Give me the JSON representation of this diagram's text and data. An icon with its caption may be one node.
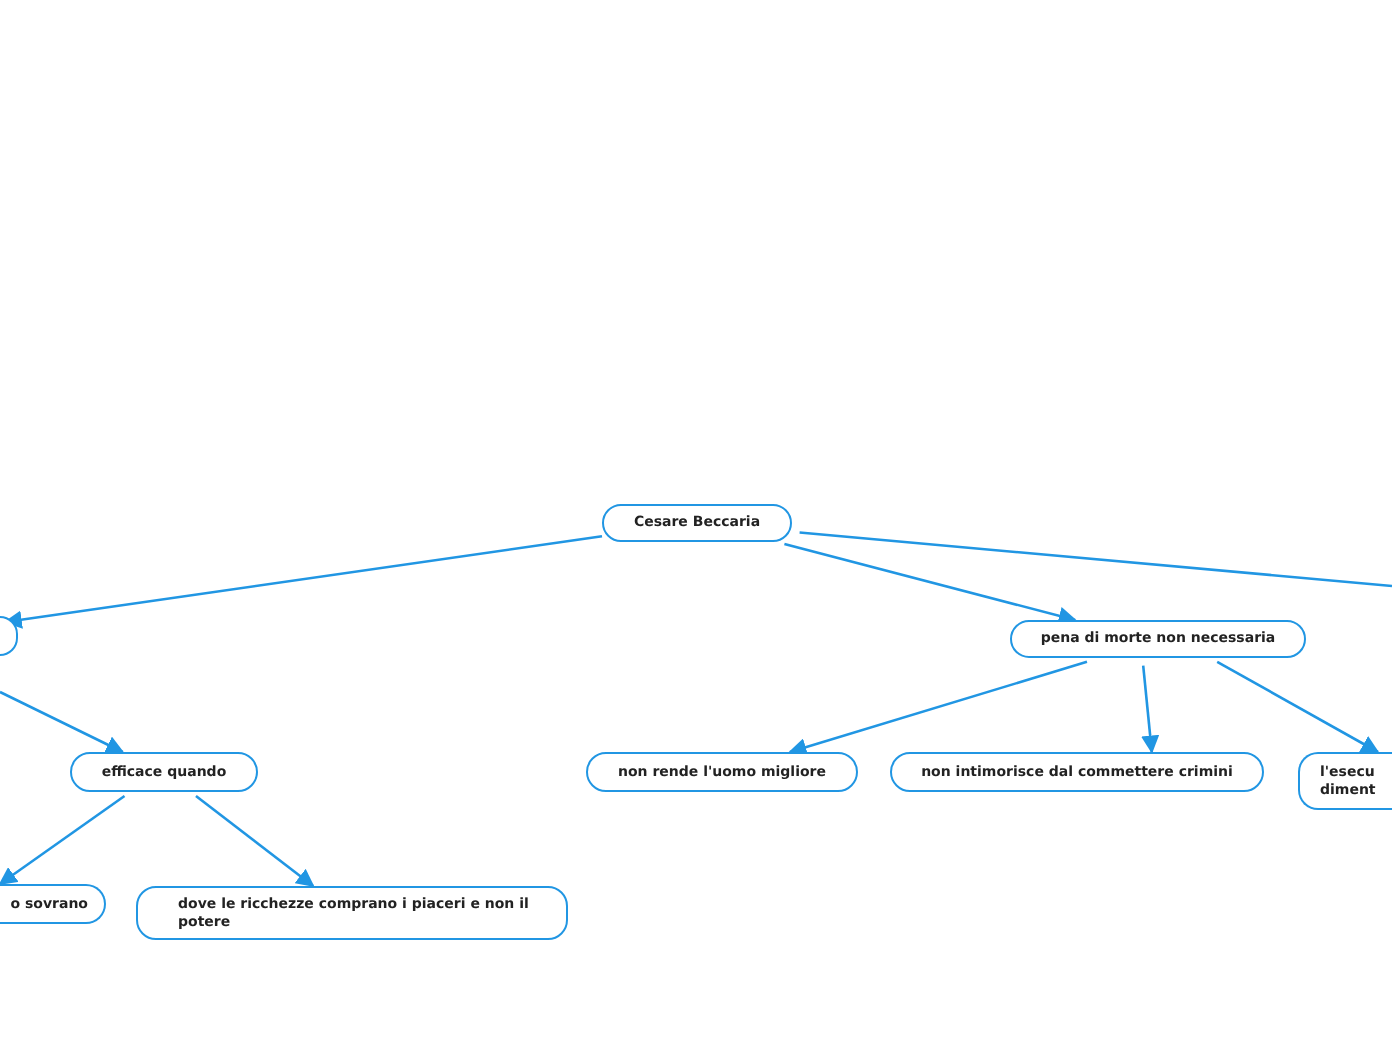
{
  "diagram": {
    "nodes": [
      {
        "text": [
          "Cesare Beccaria"
        ]
      },
      {
        "text": [],
        "shape": "box"
      },
      {
        "text": [
          "pena di morte non necessaria"
        ]
      },
      {
        "text": [
          "efficace quando"
        ]
      },
      {
        "text": [
          "o sovrano"
        ]
      },
      {
        "text": [
          "dove le ricchezze comprano i piaceri e non il potere"
        ]
      },
      {
        "text": [
          "non rende l'uomo migliore"
        ]
      },
      {
        "text": [
          "non intimorisce dal commettere crimini"
        ]
      },
      {
        "text": [
          "l'esecu diment"
        ]
      }
    ],
    "edges": [
      {
        "from": 0,
        "to": 1,
        "arrow": "to"
      },
      {
        "from": 0,
        "to": 2,
        "arrow": "to"
      },
      {
        "from": 0,
        "to": null,
        "arrow": "none"
      },
      {
        "from": 1,
        "to": 3,
        "arrow": "to"
      },
      {
        "from": 3,
        "to": 4,
        "arrow": "to"
      },
      {
        "from": 3,
        "to": 5,
        "arrow": "to"
      },
      {
        "from": 2,
        "to": 6,
        "arrow": "to"
      },
      {
        "from": 2,
        "to": 7,
        "arrow": "to"
      },
      {
        "from": 2,
        "to": 8,
        "arrow": "to"
      }
    ]
  }
}
